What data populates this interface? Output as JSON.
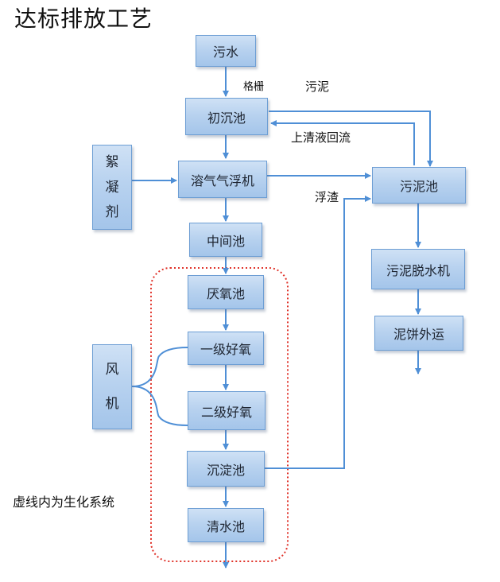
{
  "title": "达标排放工艺",
  "nodes": {
    "sewage": "污水",
    "primary_clarifier": "初沉池",
    "daf": "溶气气浮机",
    "intermediate_tank": "中间池",
    "anaerobic_tank": "厌氧池",
    "aerobic_1": "一级好氧",
    "aerobic_2": "二级好氧",
    "sedimentation_tank": "沉淀池",
    "clear_water_tank": "清水池",
    "sludge_tank": "污泥池",
    "sludge_dewatering": "污泥脱水机",
    "sludge_cake_transport": "泥饼外运",
    "flocculant": [
      "絮",
      "凝",
      "剂"
    ],
    "blower": [
      "风",
      "机"
    ]
  },
  "labels": {
    "grille": "格栅",
    "sludge": "污泥",
    "supernatant_return": "上清液回流",
    "scum": "浮渣"
  },
  "note": "虚线内为生化系统",
  "colors": {
    "box_fill": "#b8d2ef",
    "box_border": "#6d9ed4",
    "arrow": "#4f8fd6",
    "dashed_boundary": "#e0332a"
  }
}
